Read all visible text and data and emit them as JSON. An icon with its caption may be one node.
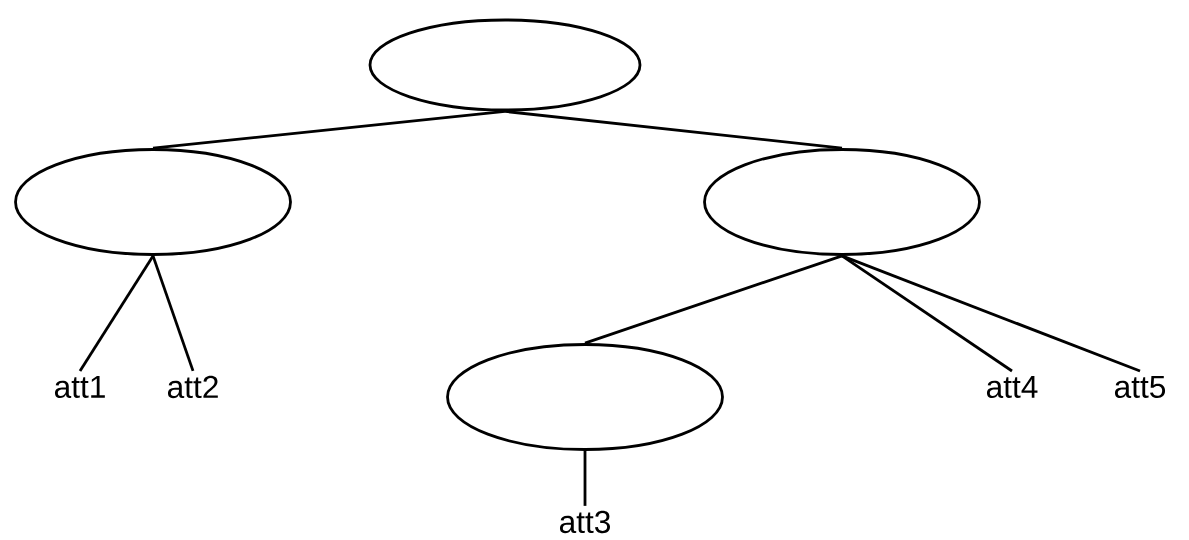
{
  "diagram": {
    "nodes": [
      {
        "text": [],
        "shape": "ellipse"
      },
      {
        "text": [],
        "shape": "ellipse"
      },
      {
        "text": [],
        "shape": "ellipse"
      },
      {
        "text": [
          "att1"
        ]
      },
      {
        "text": [
          "att2"
        ]
      },
      {
        "text": [],
        "shape": "ellipse"
      },
      {
        "text": [
          "att4"
        ]
      },
      {
        "text": [
          "att5"
        ]
      },
      {
        "text": [
          "att3"
        ]
      }
    ],
    "edges": [
      {
        "from": 0,
        "to": 1,
        "arrow": "none"
      },
      {
        "from": 0,
        "to": 2,
        "arrow": "none"
      },
      {
        "from": 1,
        "to": 3,
        "arrow": "none"
      },
      {
        "from": 1,
        "to": 4,
        "arrow": "none"
      },
      {
        "from": 2,
        "to": 5,
        "arrow": "none"
      },
      {
        "from": 2,
        "to": 6,
        "arrow": "none"
      },
      {
        "from": 2,
        "to": 7,
        "arrow": "none"
      },
      {
        "from": 5,
        "to": 8,
        "arrow": "none"
      }
    ]
  }
}
